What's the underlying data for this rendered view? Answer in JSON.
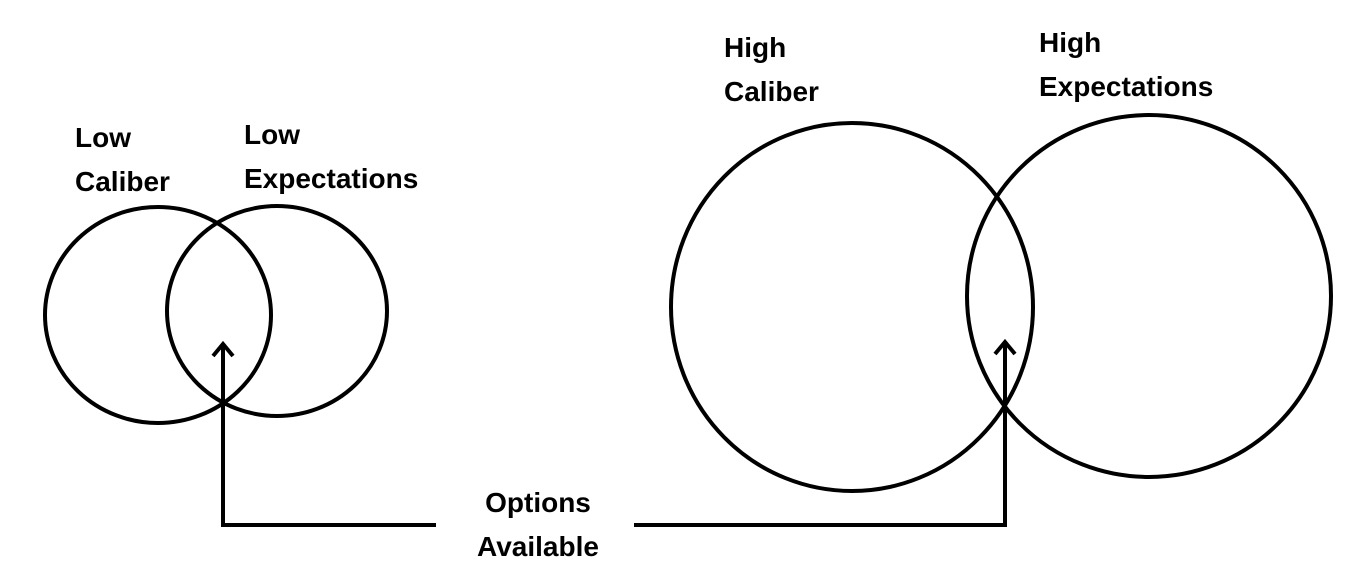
{
  "colors": {
    "background": "#ffffff",
    "stroke": "#000000",
    "text": "#000000"
  },
  "left_venn": {
    "circle_a": {
      "label_line1": "Low",
      "label_line2": "Caliber"
    },
    "circle_b": {
      "label_line1": "Low",
      "label_line2": "Expectations"
    }
  },
  "right_venn": {
    "circle_a": {
      "label_line1": "High",
      "label_line2": "Caliber"
    },
    "circle_b": {
      "label_line1": "High",
      "label_line2": "Expectations"
    }
  },
  "connector": {
    "label_line1": "Options",
    "label_line2": "Available"
  }
}
